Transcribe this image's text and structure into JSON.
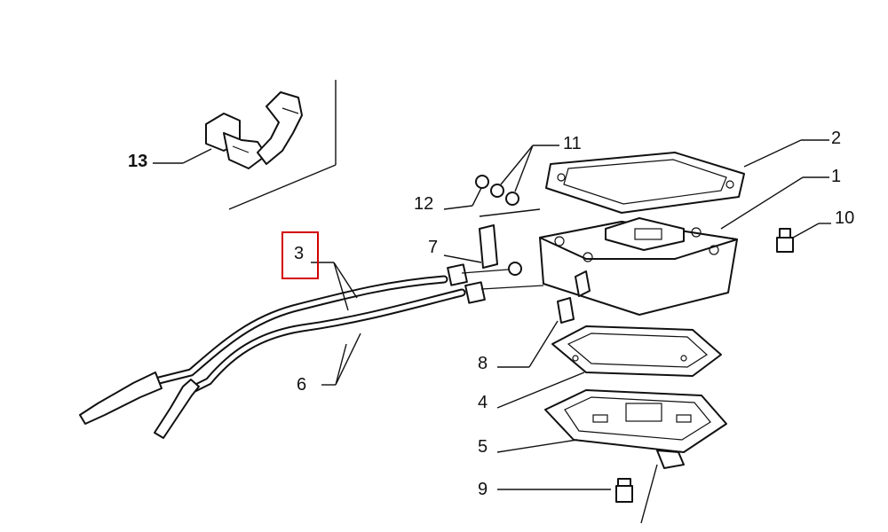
{
  "diagram": {
    "highlighted_callout": "3",
    "callouts": {
      "c1": "1",
      "c2": "2",
      "c3": "3",
      "c4": "4",
      "c5": "5",
      "c6": "6",
      "c7": "7",
      "c8": "8",
      "c9": "9",
      "c10": "10",
      "c11": "11",
      "c12": "12",
      "c13": "13"
    },
    "highlight_color": "#d40000"
  }
}
